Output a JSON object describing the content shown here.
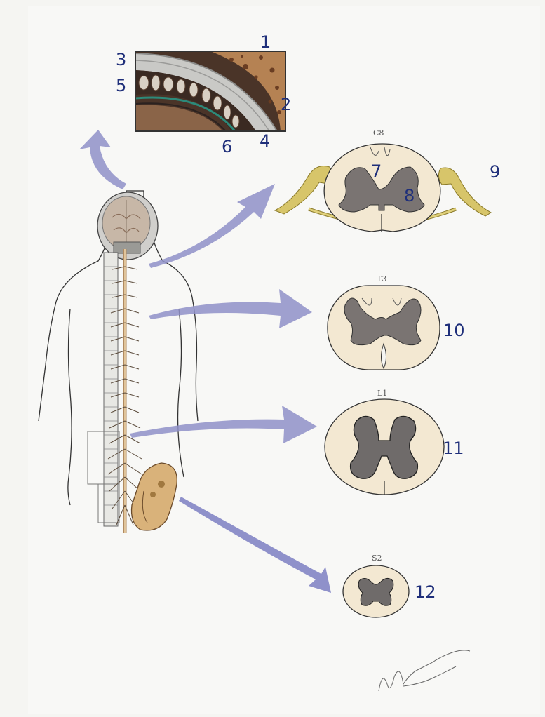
{
  "labels": {
    "l1": "1",
    "l2": "2",
    "l3": "3",
    "l4": "4",
    "l5": "5",
    "l6": "6",
    "l7": "7",
    "l8": "8",
    "l9": "9",
    "l10": "10",
    "l11": "11",
    "l12": "12"
  },
  "levels": {
    "c8": "C8",
    "t3": "T3",
    "l1": "L1",
    "s2": "S2"
  },
  "signature": "Aravindh"
}
